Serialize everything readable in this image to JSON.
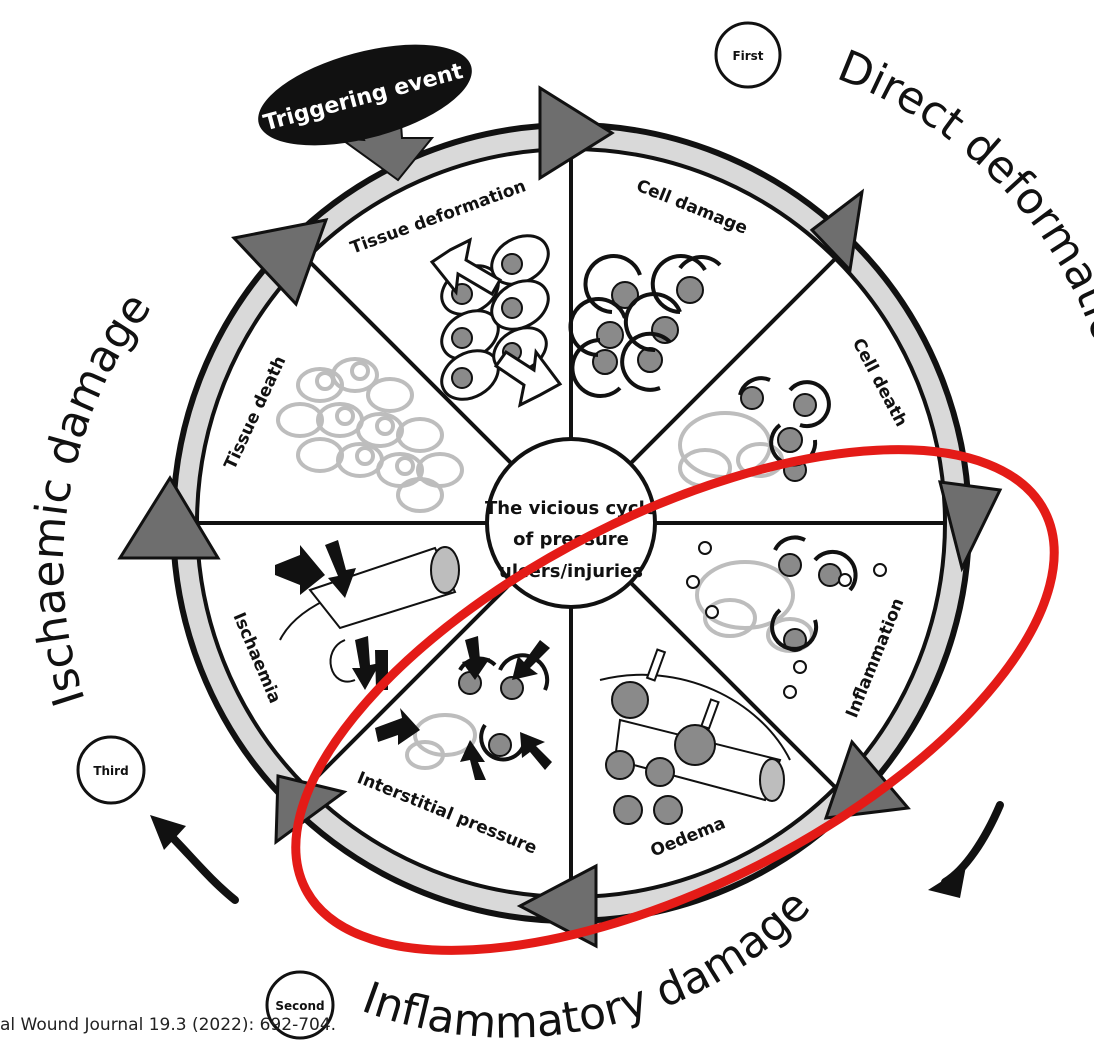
{
  "center": {
    "line1": "The vicious cycle",
    "line2": "of pressure",
    "line3": "ulcers/injuries"
  },
  "trigger": "Triggering event",
  "segments": {
    "tissue_deformation": "Tissue deformation",
    "cell_damage": "Cell damage",
    "cell_death": "Cell death",
    "inflammation": "Inflammation",
    "oedema": "Oedema",
    "interstitial_pressure": "Interstitial pressure",
    "ischaemia": "Ischaemia",
    "tissue_death": "Tissue death"
  },
  "phases": {
    "first": "First",
    "second": "Second",
    "third": "Third"
  },
  "damage_labels": {
    "direct": "Direct deformation damage",
    "inflammatory": "Inflammatory damage",
    "ischaemic": "Ischaemic damage"
  },
  "caption": "al Wound Journal 19.3 (2022): 692-704.",
  "colors": {
    "highlight": "#e41b17",
    "ring": "#d9d9d9",
    "arrow": "#6e6e6e",
    "cell_gray": "#8a8a8a",
    "faded": "#bdbdbd"
  }
}
